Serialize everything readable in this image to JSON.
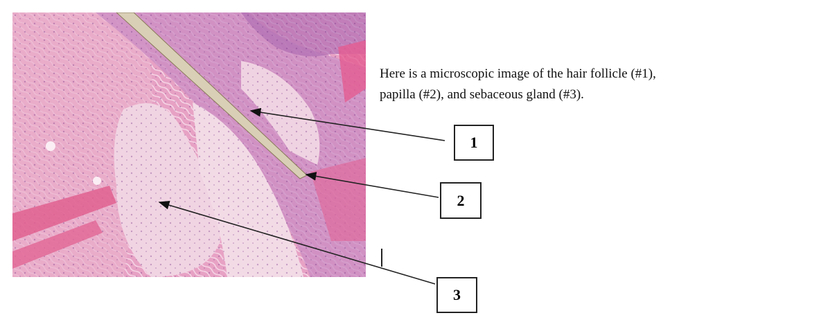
{
  "caption": {
    "line1": "Here is a microscopic image of the hair follicle (#1),",
    "line2": "papilla (#2), and sebaceous gland (#3)."
  },
  "labels": [
    "1",
    "2",
    "3"
  ],
  "colors": {
    "tissue_pink": "#e9a3c6",
    "tissue_purple": "#b575b8",
    "hair_shaft": "#d8cfb8"
  }
}
